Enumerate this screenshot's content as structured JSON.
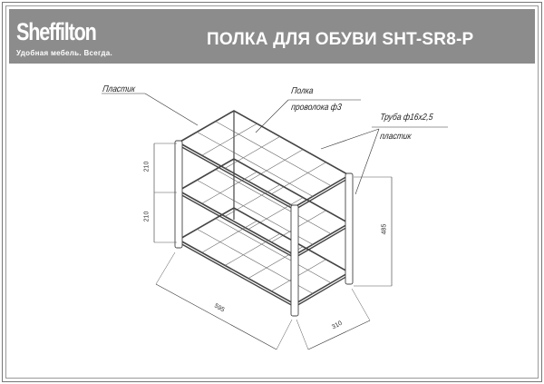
{
  "header": {
    "brand": "Sheffilton",
    "slogan": "Удобная мебель. Всегда.",
    "title": "ПОЛКА ДЛЯ ОБУВИ SHT-SR8-P"
  },
  "drawing": {
    "callouts": {
      "plastic_left": "Пластик",
      "shelf": "Полка",
      "wire": "проволока ф3",
      "tube": "Труба ф16х2,5",
      "plastic_right": "пластик"
    },
    "dimensions": {
      "gap_top": "210",
      "gap_bottom": "210",
      "height": "485",
      "length": "595",
      "depth": "310"
    },
    "shelf_count": 3,
    "grid_cells_long": 5,
    "grid_cells_short": 3
  }
}
